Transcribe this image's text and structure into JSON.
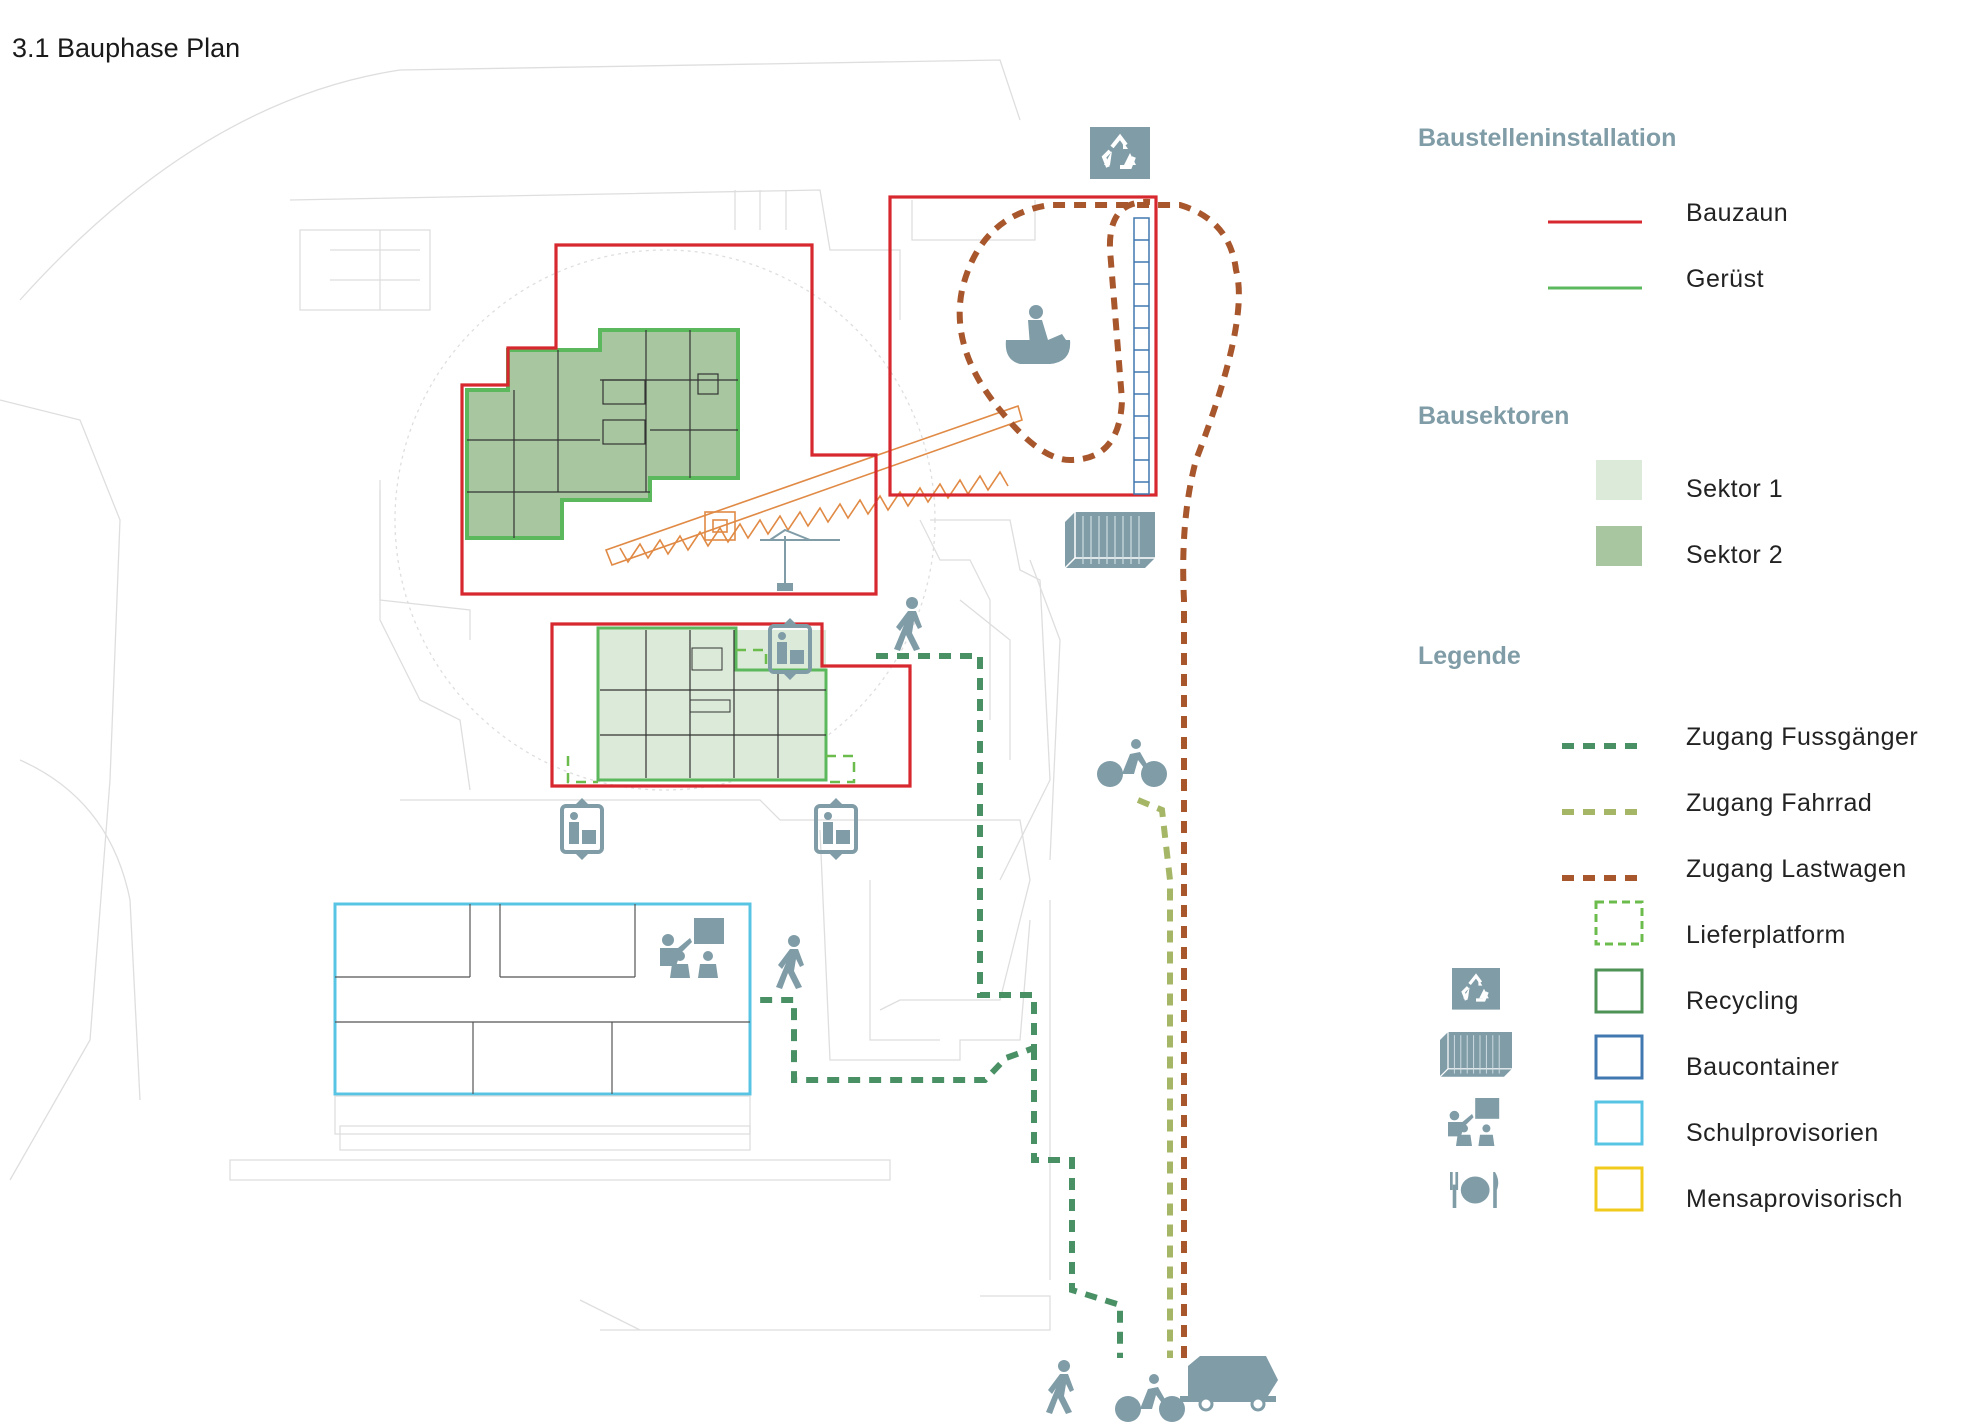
{
  "title": "3.1 Bauphase Plan",
  "legend": {
    "site_heading": "Baustelleninstallation",
    "site_items": [
      {
        "label": "Bauzaun",
        "color": "#d7282f"
      },
      {
        "label": "Gerüst",
        "color": "#5cb85c"
      }
    ],
    "sectors_heading": "Bausektoren",
    "sectors": [
      {
        "label": "Sektor 1",
        "color": "#dcebd9"
      },
      {
        "label": "Sektor 2",
        "color": "#a8c6a0"
      }
    ],
    "legend_heading": "Legende",
    "items": [
      {
        "label": "Zugang Fussgänger",
        "color": "#4a9065"
      },
      {
        "label": "Zugang Fahrrad",
        "color": "#a5b767"
      },
      {
        "label": "Zugang Lastwagen",
        "color": "#a8562c"
      },
      {
        "label": "Lieferplatform",
        "color": "#6cbc4d"
      },
      {
        "label": "Recycling",
        "color": "#4e9255"
      },
      {
        "label": "Baucontainer",
        "color": "#4178b0"
      },
      {
        "label": "Schulprovisorien",
        "color": "#58c4e4"
      },
      {
        "label": "Mensaprovisorisch",
        "color": "#f0cb1e"
      }
    ],
    "icons": [
      "recycling-icon",
      "container-icon",
      "classroom-icon",
      "cafeteria-icon"
    ]
  },
  "colors": {
    "icon": "#7f9ca7",
    "plan_lines": "#d9d9d9",
    "crane": "#e08a45"
  }
}
